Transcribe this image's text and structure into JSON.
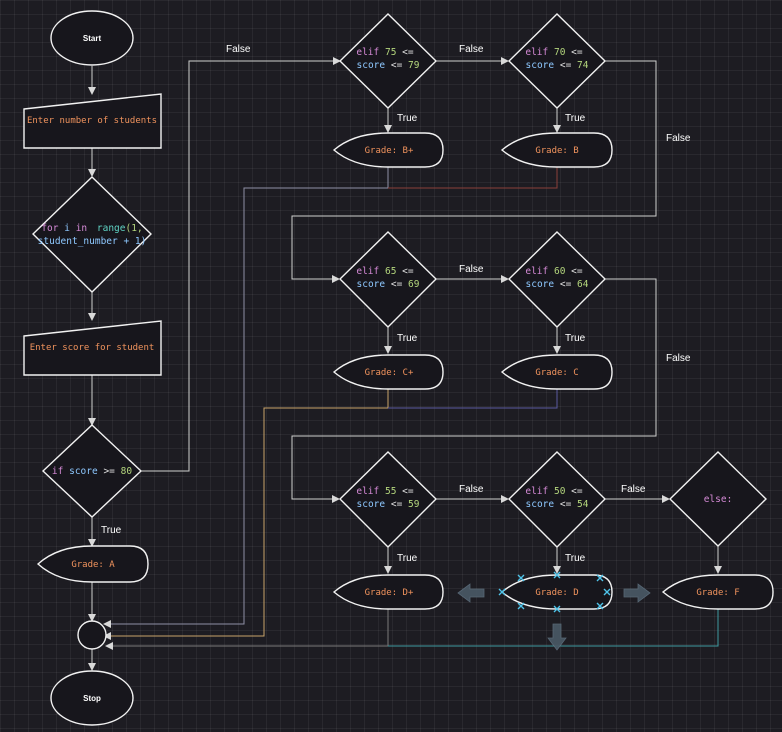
{
  "nodes": {
    "start": "Start",
    "stop": "Stop",
    "input_students": "Enter number of students",
    "loop": {
      "l1_kw": "for",
      "l1_var": "i",
      "l1_in": "in",
      "l1_fn": "range",
      "l1_rest": "(1,",
      "l2": "student_number + 1)"
    },
    "input_score": "Enter score for student",
    "if_a": {
      "kw": "if",
      "var": "score",
      "op": ">=",
      "num": "80"
    },
    "grade_a": "Grade: A",
    "elif_75": {
      "kw": "elif",
      "num1": "75",
      "op1": "<=",
      "var": "score",
      "op2": "<=",
      "num2": "79"
    },
    "elif_70": {
      "kw": "elif",
      "num1": "70",
      "op1": "<=",
      "var": "score",
      "op2": "<=",
      "num2": "74"
    },
    "elif_65": {
      "kw": "elif",
      "num1": "65",
      "op1": "<=",
      "var": "score",
      "op2": "<=",
      "num2": "69"
    },
    "elif_60": {
      "kw": "elif",
      "num1": "60",
      "op1": "<=",
      "var": "score",
      "op2": "<=",
      "num2": "64"
    },
    "elif_55": {
      "kw": "elif",
      "num1": "55",
      "op1": "<=",
      "var": "score",
      "op2": "<=",
      "num2": "59"
    },
    "elif_50": {
      "kw": "elif",
      "num1": "50",
      "op1": "<=",
      "var": "score",
      "op2": "<=",
      "num2": "54"
    },
    "else": "else:",
    "grade_bplus": "Grade: B+",
    "grade_b": "Grade: B",
    "grade_cplus": "Grade: C+",
    "grade_c": "Grade: C",
    "grade_dplus": "Grade: D+",
    "grade_d": "Grade: D",
    "grade_f": "Grade: F"
  },
  "edge_labels": {
    "true": "True",
    "false": "False"
  },
  "colors": {
    "background": "#1d1c22",
    "keyword": "#d58ad6",
    "variable": "#8ec8ff",
    "function": "#5fd3c4",
    "number": "#b4d67d",
    "operator": "#e0e0e0",
    "string": "#f0935d",
    "selection": "#4fc4ea"
  }
}
